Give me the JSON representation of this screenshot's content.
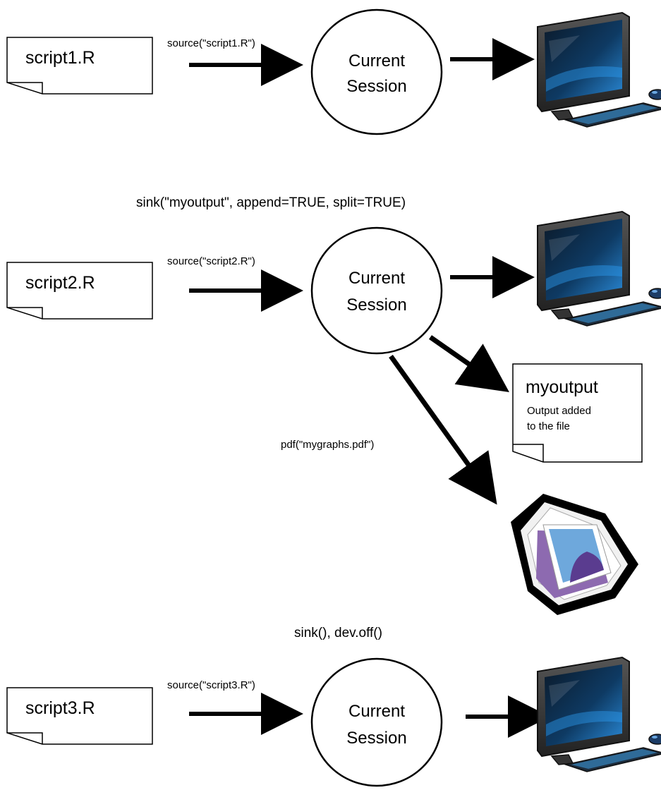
{
  "row1": {
    "script": "script1.R",
    "command": "source(\"script1.R\")",
    "session_line1": "Current",
    "session_line2": "Session"
  },
  "row2": {
    "sink_command": "sink(\"myoutput\", append=TRUE, split=TRUE)",
    "script": "script2.R",
    "command": "source(\"script2.R\")",
    "session_line1": "Current",
    "session_line2": "Session",
    "output_file": {
      "title": "myoutput",
      "note_line1": "Output added",
      "note_line2": "to the file"
    },
    "pdf_command": "pdf(\"mygraphs.pdf\")"
  },
  "row3": {
    "reset_command": "sink(), dev.off()",
    "script": "script3.R",
    "command": "source(\"script3.R\")",
    "session_line1": "Current",
    "session_line2": "Session"
  },
  "icons": {
    "monitor": "computer-monitor-icon",
    "graphs": "picture-files-icon"
  }
}
